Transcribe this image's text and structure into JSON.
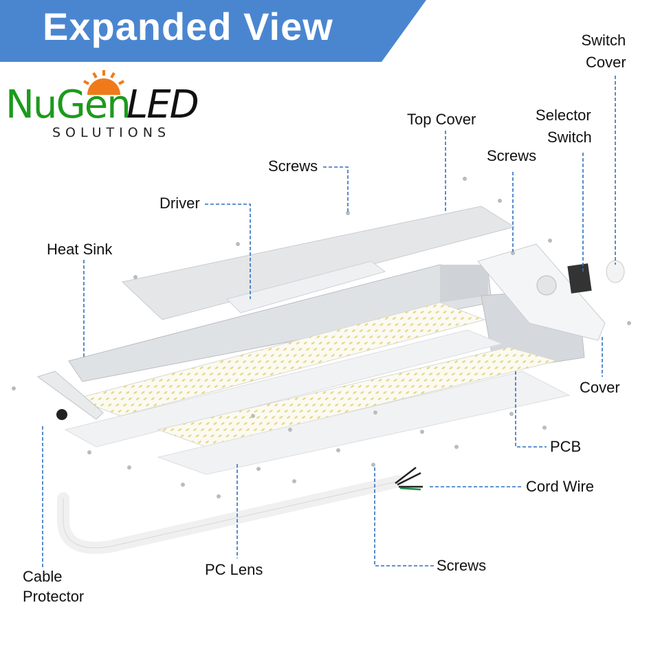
{
  "banner": {
    "title": "Expanded View",
    "color": "#4a86d0"
  },
  "logo": {
    "part1": "NuGen",
    "part2": "LED",
    "tagline": "SOLUTIONS"
  },
  "labels": {
    "switch_cover": [
      "Switch",
      "Cover"
    ],
    "top_cover": "Top Cover",
    "selector_switch": [
      "Selector",
      "Switch"
    ],
    "screws_top_right": "Screws",
    "screws_top": "Screws",
    "driver": "Driver",
    "heat_sink": "Heat Sink",
    "cover": "Cover",
    "pcb": "PCB",
    "cord_wire": "Cord Wire",
    "screws_bottom": "Screws",
    "pc_lens": "PC Lens",
    "cable_protector": [
      "Cable",
      "Protector"
    ]
  },
  "leader_color": "#2f6fc0"
}
